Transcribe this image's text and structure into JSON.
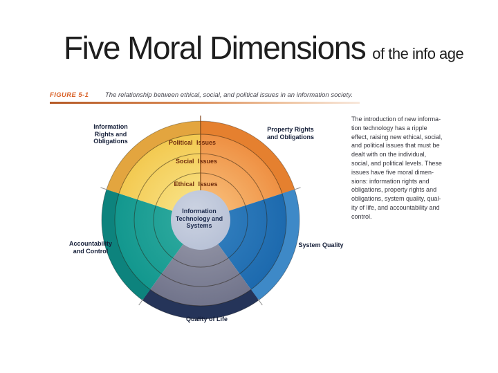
{
  "slide": {
    "title_main": "Five Moral Dimensions",
    "title_suffix": "of the info age"
  },
  "figure": {
    "label": "FIGURE 5-1",
    "caption": "The relationship between ethical, social, and political issues in an information society.",
    "description": "The introduction of new informa-\ntion technology has a ripple\neffect, raising new ethical, social,\nand political issues that must be\ndealt with on the individual,\nsocial, and political levels. These\nissues have five moral dimen-\nsions: information rights and\nobligations, property rights and\nobligations, system quality, qual-\nity of life, and accountability and\ncontrol."
  },
  "diagram": {
    "center_label": "Information\nTechnology and\nSystems",
    "rings": [
      {
        "label": "Ethical Issues"
      },
      {
        "label": "Social Issues"
      },
      {
        "label": "Political Issues"
      }
    ],
    "sectors": [
      {
        "id": "property-rights",
        "label": "Property Rights\nand Obligations",
        "start_angle": 0,
        "end_angle": 72,
        "fill_inner": "#f7b973",
        "fill_outer": "#ed8a3c",
        "rim_color": "#e5802f"
      },
      {
        "id": "system-quality",
        "label": "System Quality",
        "start_angle": 72,
        "end_angle": 144,
        "fill_inner": "#2f7cbc",
        "fill_outer": "#1a67ac",
        "rim_color": "#3e89c7"
      },
      {
        "id": "quality-of-life",
        "label": "Quality of Life",
        "start_angle": 144,
        "end_angle": 216,
        "fill_inner": "#8e90a2",
        "fill_outer": "#6d7088",
        "rim_color": "#253459"
      },
      {
        "id": "accountability-control",
        "label": "Accountability\nand Control",
        "start_angle": 216,
        "end_angle": 288,
        "fill_inner": "#2aa79c",
        "fill_outer": "#0f958c",
        "rim_color": "#0d837d"
      },
      {
        "id": "information-rights",
        "label": "Information\nRights and\nObligations",
        "start_angle": 288,
        "end_angle": 360,
        "fill_inner": "#f8e080",
        "fill_outer": "#f2c64a",
        "rim_color": "#e3a53f"
      }
    ],
    "colors": {
      "center_fill_light": "#ccd3e2",
      "center_fill_dark": "#b4bed4",
      "ring_stroke": "rgba(40,32,18,0.5)",
      "outer_stroke": "rgba(40,40,40,0.35)",
      "axis_line": "#7d4014",
      "tick": "#8f8f8f"
    }
  }
}
